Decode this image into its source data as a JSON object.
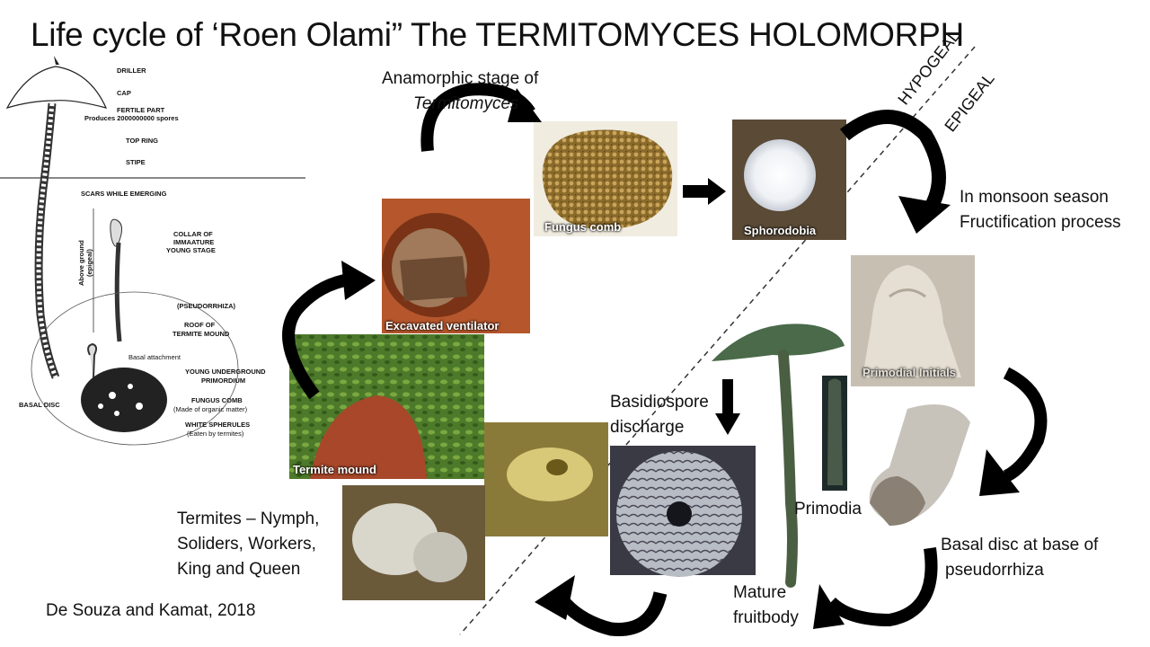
{
  "title": "Life cycle of ‘Roen Olami” The TERMITOMYCES HOLOMORPH",
  "zones": {
    "hypogeal": "HYPOGEAL",
    "epigeal": "EPIGEAL"
  },
  "stages": {
    "anamorphic": "Anamorphic stage of",
    "anamorphic_italic": "Termitomyces",
    "fungus_comb": "Fungus comb",
    "sphorodobia": "Sphorodobia",
    "monsoon_line1": "In monsoon season",
    "monsoon_line2": "Fructification process",
    "primordial_initials": "Primodial Initials",
    "excavated": "Excavated ventilator",
    "termite_mound": "Termite mound",
    "basidiospore_line1": "Basidiospore",
    "basidiospore_line2": "discharge",
    "primodia": "Primodia",
    "basal_disc_line1": "Basal disc at base of",
    "basal_disc_line2": "pseudorrhiza",
    "mature_line1": "Mature",
    "mature_line2": "fruitbody",
    "termites_line1": "Termites – Nymph,",
    "termites_line2": "Soliders, Workers,",
    "termites_line3": "King and Queen"
  },
  "citation": "De Souza and Kamat, 2018",
  "morphology": {
    "driller": "DRILLER",
    "cap": "CAP",
    "fertile": "FERTILE PART",
    "spores": "Produces 2000000000 spores",
    "top_ring": "TOP RING",
    "stipe": "STIPE",
    "scars": "SCARS WHILE EMERGING",
    "collar1": "COLLAR OF",
    "collar2": "IMMAATURE",
    "collar3": "YOUNG STAGE",
    "above_ground1": "Above ground",
    "above_ground2": "(epigeal)",
    "pseudorrhiza": "(PSEUDORRHIZA)",
    "roof1": "ROOF OF",
    "roof2": "TERMITE MOUND",
    "basal_attachment": "Basal attachment",
    "young_under1": "YOUNG UNDERGROUND",
    "young_under2": "PRIMORDIUM",
    "basal_disc": "BASAL DISC",
    "comb1": "FUNGUS COMB",
    "comb2": "(Made of organic matter)",
    "spherules1": "WHITE SPHERULES",
    "spherules2": "(Eaten by termites)"
  },
  "colors": {
    "arrow": "#000000",
    "text": "#111111",
    "dashed_line": "#333333"
  }
}
